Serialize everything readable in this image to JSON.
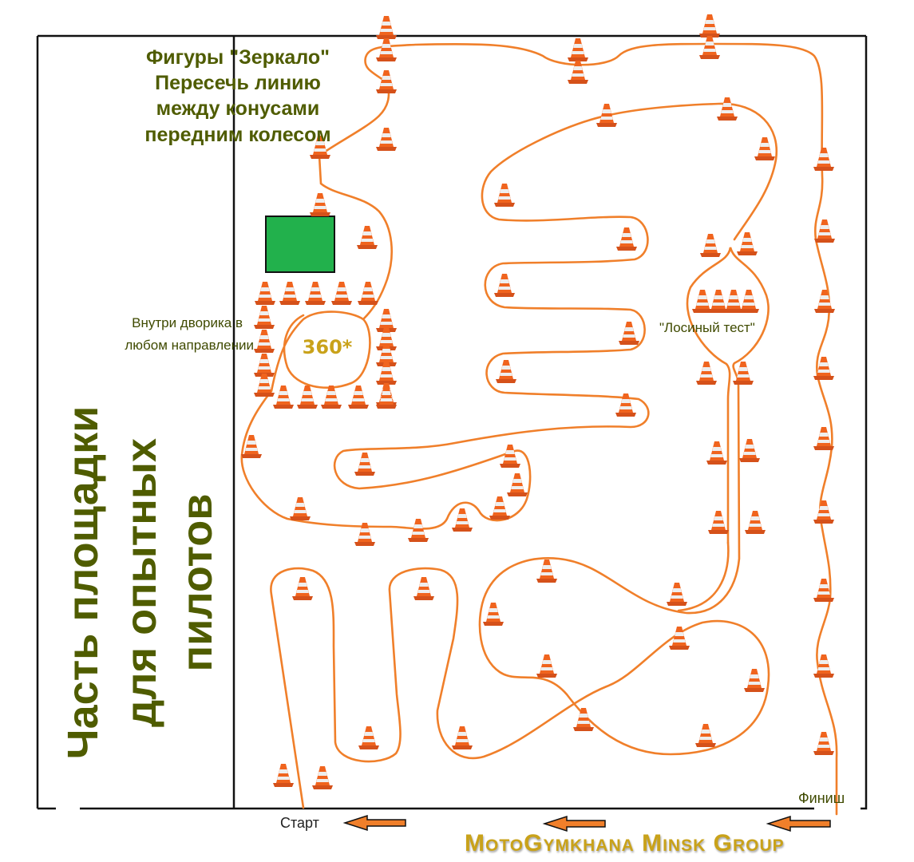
{
  "title_mirror": [
    "Фигуры \"Зеркало\"",
    "Пересечь линию",
    "между конусами",
    "передним колесом"
  ],
  "note_courtyard": [
    "Внутри дворика в",
    "любом направлении"
  ],
  "label_360": "360*",
  "label_moose": "\"Лосиный тест\"",
  "side_area": [
    "Часть площадки",
    "для опытных",
    "пилотов"
  ],
  "label_start": "Старт",
  "label_finish": "Финиш",
  "logo": "MotoGymkhana Minsk Group",
  "colors": {
    "route": "#f07f2a",
    "text": "#4f5c00",
    "pad": "#22b14c",
    "logo": "#c9a21a"
  }
}
